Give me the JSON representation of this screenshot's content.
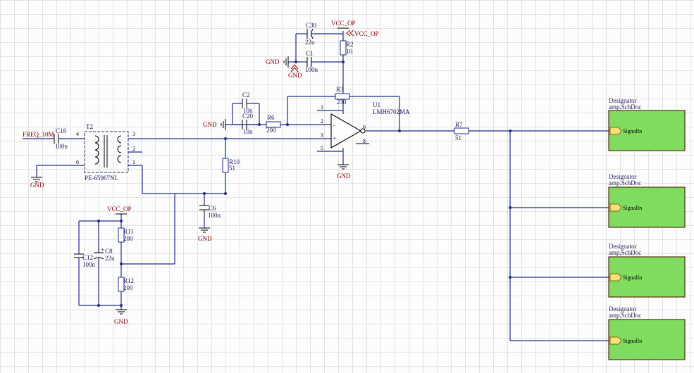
{
  "nets": {
    "freq": "FREQ_10M",
    "gnd": "GND",
    "vcc": "VCC_OP"
  },
  "components": {
    "c18": {
      "ref": "C18",
      "value": "100n"
    },
    "t2": {
      "ref": "T2",
      "part": "PE-65967NL"
    },
    "c2": {
      "ref": "C2",
      "value": "10n"
    },
    "c20": {
      "ref": "C20",
      "value": "10n"
    },
    "r6": {
      "ref": "R6",
      "value": "200"
    },
    "r3": {
      "ref": "R3",
      "value": "230"
    },
    "u1": {
      "ref": "U1",
      "part": "LMH6702MA"
    },
    "c30": {
      "ref": "C30",
      "value": "22u"
    },
    "c1": {
      "ref": "C1",
      "value": "100n"
    },
    "r2": {
      "ref": "R2",
      "value": "10"
    },
    "r10": {
      "ref": "R10",
      "value": "51"
    },
    "c6": {
      "ref": "C6",
      "value": "100n"
    },
    "r7": {
      "ref": "R7",
      "value": "51"
    },
    "r11": {
      "ref": "R11",
      "value": "200"
    },
    "r12": {
      "ref": "R12",
      "value": "200"
    },
    "c12": {
      "ref": "C12",
      "value": "100n"
    },
    "c8": {
      "ref": "C8",
      "value": "22u"
    }
  },
  "pins": {
    "t2": [
      "4",
      "6",
      "3",
      "2",
      "1"
    ],
    "u1": [
      "1",
      "2",
      "3",
      "5",
      "6",
      "8"
    ]
  },
  "polarity": {
    "plus": "+",
    "minus": "-"
  },
  "sheets": [
    {
      "designator": "Designator",
      "file": "amp.SchDoc",
      "port": "SignalIn"
    },
    {
      "designator": "Designator",
      "file": "amp.SchDoc",
      "port": "SignalIn"
    },
    {
      "designator": "Designator",
      "file": "amp.SchDoc",
      "port": "SignalIn"
    },
    {
      "designator": "Designator",
      "file": "amp.SchDoc",
      "port": "SignalIn"
    }
  ]
}
